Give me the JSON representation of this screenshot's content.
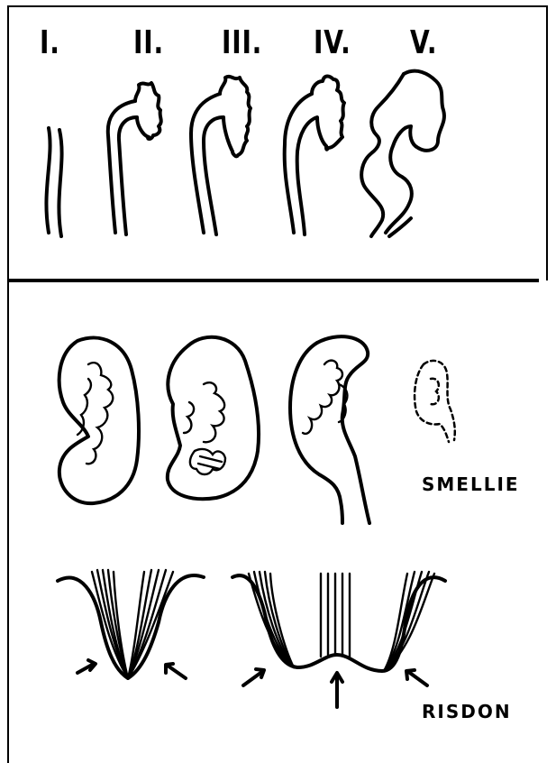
{
  "top_panel": {
    "stage_labels": [
      "I.",
      "II.",
      "III.",
      "IV.",
      "V."
    ]
  },
  "bottom_panel": {
    "smellie_label": "SMELLIE",
    "risdon_label": "RISDON"
  }
}
